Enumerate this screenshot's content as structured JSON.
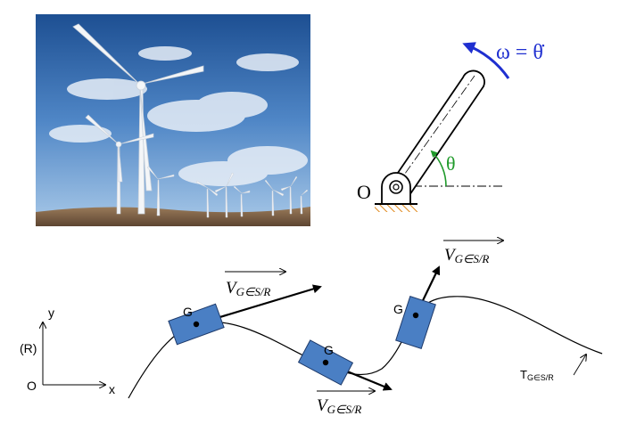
{
  "photo": {
    "subject": "wind turbines on a hill under blue sky"
  },
  "rotating_arm": {
    "pivot_label": "O",
    "angle_label": "θ",
    "omega_label": "ω = θ̇",
    "colors": {
      "omega": "#1f2fd0",
      "angle": "#1f9a2a",
      "ground_hatch": "#e08a1e"
    }
  },
  "trajectory": {
    "frame_label": "(R)",
    "origin_label": "O",
    "x_axis_label": "x",
    "y_axis_label": "y",
    "blocks": [
      {
        "label": "G",
        "vector_label": "V_{G∈S/R}"
      },
      {
        "label": "G",
        "vector_label": "V_{G∈S/R}"
      },
      {
        "label": "G",
        "vector_label": "V_{G∈S/R}"
      }
    ],
    "vector_main": "V",
    "vector_sub": "G∈S/R",
    "tangent_label_main": "T",
    "tangent_label_sub": "G∈S/R",
    "colors": {
      "block_fill": "#4a7fc4",
      "block_stroke": "#1e3a6a"
    }
  }
}
